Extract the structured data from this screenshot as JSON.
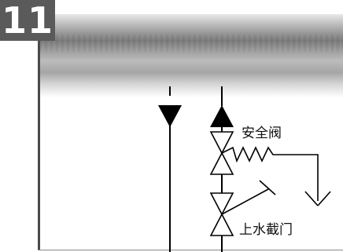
{
  "step_number": "11",
  "labels": {
    "safety_valve": "安全阀",
    "water_shutoff_valve": "上水截门"
  }
}
